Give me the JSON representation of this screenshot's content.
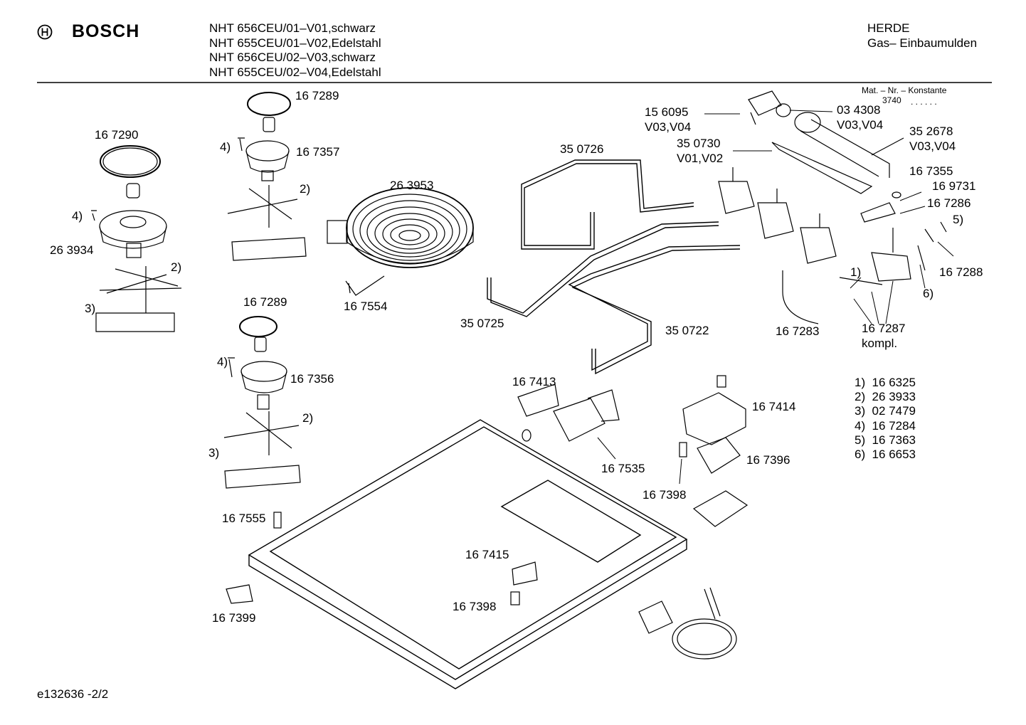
{
  "header": {
    "brand": "BOSCH",
    "models": [
      "NHT 656CEU/01–V01,schwarz",
      "NHT 655CEU/01–V02,Edelstahl",
      "NHT 656CEU/02–V03,schwarz",
      "NHT 655CEU/02–V04,Edelstahl"
    ],
    "category": "HERDE",
    "subcategory": "Gas– Einbaumulden"
  },
  "mat_note": {
    "label": "Mat. – Nr. – Konstante",
    "value": "3740",
    "dots": ". . . . . ."
  },
  "parts": {
    "p167289a": "16 7289",
    "p167357": "16 7357",
    "p167290": "16 7290",
    "p4a": "4)",
    "p2a": "2)",
    "p263934": "26 3934",
    "p4b": "4)",
    "p2b": "2)",
    "p3a": "3)",
    "p350726": "35 0726",
    "p263953": "26 3953",
    "p167554": "16 7554",
    "p350725": "35 0725",
    "p156095": "15 6095",
    "v0304a": "V03,V04",
    "p350730": "35 0730",
    "v0102": "V01,V02",
    "p034308": "03 4308",
    "v0304b": "V03,V04",
    "p352678": "35 2678",
    "v0304c": "V03,V04",
    "p167355": "16 7355",
    "p169731": "16 9731",
    "p167286": "16 7286",
    "p5": "5)",
    "p167288": "16 7288",
    "p1": "1)",
    "p6": "6)",
    "p350722": "35 0722",
    "p167283": "16 7283",
    "p167287": "16 7287",
    "kompl": "kompl.",
    "p167289b": "16 7289",
    "p4c": "4)",
    "p167356": "16 7356",
    "p2c": "2)",
    "p3b": "3)",
    "p167555": "16 7555",
    "p167399": "16 7399",
    "p167413": "16 7413",
    "p167535": "16 7535",
    "p167414": "16 7414",
    "p167396": "16 7396",
    "p167398a": "16 7398",
    "p167415": "16 7415",
    "p167398b": "16 7398"
  },
  "legend": [
    "1)  16 6325",
    "2)  26 3933",
    "3)  02 7479",
    "4)  16 7284",
    "5)  16 7363",
    "6)  16 6653"
  ],
  "footer": {
    "doc_id": "e132636 -2/2"
  }
}
